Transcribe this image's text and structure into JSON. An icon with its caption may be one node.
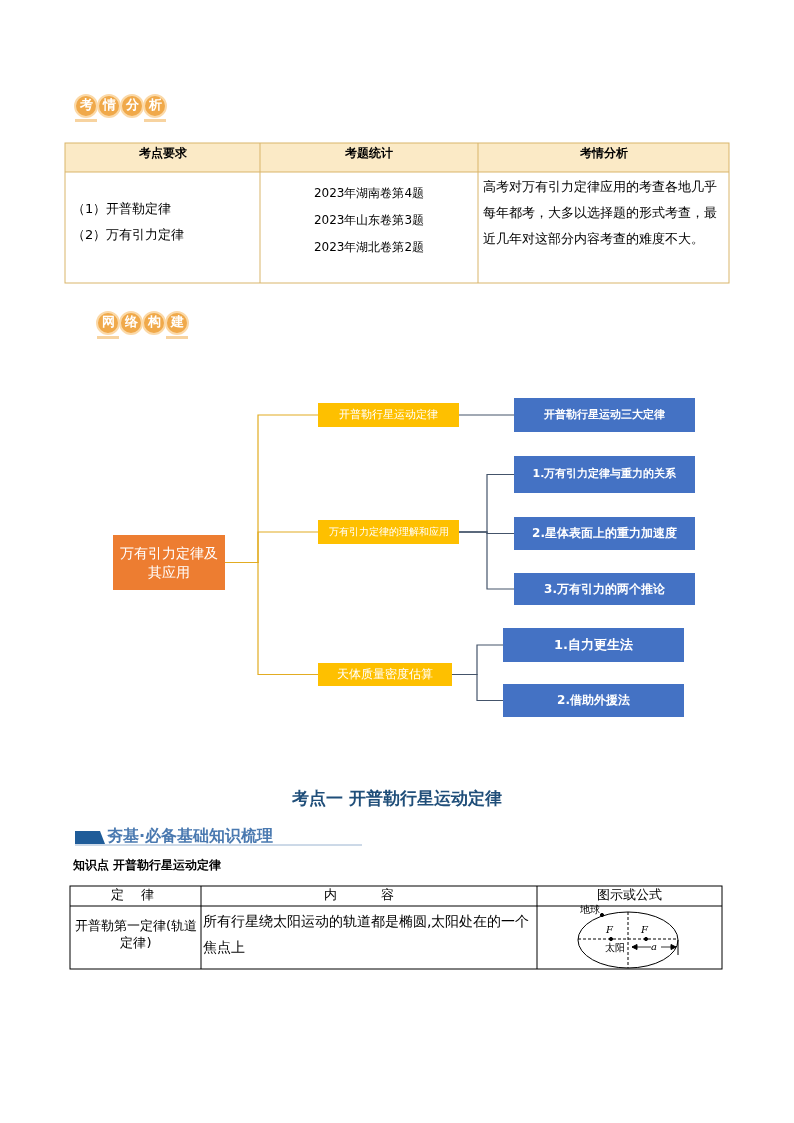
{
  "diagram": {
    "nodes": [
      {
        "text": [
          "万有引力定律及其应用"
        ]
      },
      {
        "text": [
          "开普勒行星运动定律"
        ]
      },
      {
        "text": [
          "万有引力定律的理解和应用"
        ]
      },
      {
        "text": [
          "天体质量密度估算"
        ]
      },
      {
        "text": [
          "开普勒行星运动三大定律"
        ]
      },
      {
        "text": [
          "1.万有引力定律与重力的关系"
        ]
      },
      {
        "text": [
          "2.星体表面上的重力加速度"
        ]
      },
      {
        "text": [
          "3.万有引力的两个推论"
        ]
      },
      {
        "text": [
          "1.自力更生法"
        ]
      },
      {
        "text": [
          "2.借助外援法"
        ]
      }
    ],
    "edges": [
      {
        "from": 0,
        "to": 1,
        "arrow": "none",
        "color": "#e2ac22"
      },
      {
        "from": 0,
        "to": 2,
        "arrow": "none",
        "color": "#e2ac22"
      },
      {
        "from": 0,
        "to": 3,
        "arrow": "none",
        "color": "#e2ac22"
      },
      {
        "from": 1,
        "to": 4,
        "arrow": "none"
      },
      {
        "from": 2,
        "to": 5,
        "arrow": "none"
      },
      {
        "from": 2,
        "to": 6,
        "arrow": "none"
      },
      {
        "from": 2,
        "to": 7,
        "arrow": "none"
      },
      {
        "from": 3,
        "to": 8,
        "arrow": "none"
      },
      {
        "from": 3,
        "to": 9,
        "arrow": "none"
      }
    ],
    "labels": [
      "考情分析",
      "考点要求",
      "考题统计",
      "考情分析",
      "（1）开普勒定律",
      "（2）万有引力定律",
      "2023年湖南卷第4题",
      "2023年山东卷第3题",
      "2023年湖北卷第2题",
      "高考对万有引力定律应用的考查各地几乎每年都考，大多以选择题的形式考查，最近几年对这部分内容考查的难度不大。",
      "网络构建",
      "考点一 开普勒行星运动定律",
      "夯基·必备基础知识梳理",
      "知识点 开普勒行星运动定律",
      "定 律",
      "内 容",
      "图示或公式",
      "开普勒第一定律(轨道定律)",
      "所有行星绕太阳运动的轨道都是椭圆,太阳处在的一个焦点上",
      "地球",
      "F",
      "F",
      "太阳",
      "a"
    ]
  }
}
